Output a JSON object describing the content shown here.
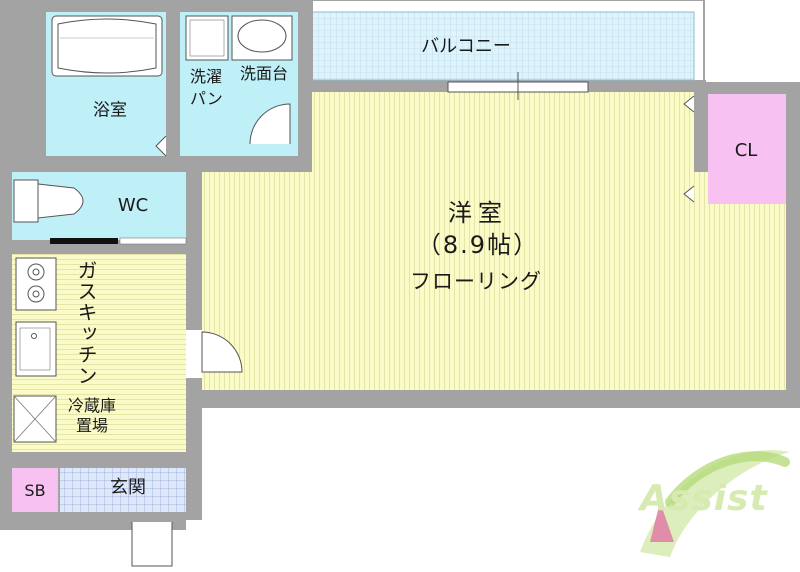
{
  "rooms": {
    "balcony": "バルコニー",
    "bathroom": "浴室",
    "washer_pan": "洗濯\nパン",
    "washstand": "洗面台",
    "wc": "WC",
    "closet": "CL",
    "western_room": "洋室",
    "western_room_size": "（8.9帖）",
    "flooring": "フローリング",
    "gas_kitchen": "ガスキッチン",
    "fridge_space": "冷蔵庫\n置場",
    "shoe_box": "SB",
    "entrance": "玄関"
  },
  "logo": {
    "text": "Assist"
  },
  "colors": {
    "wet_area": "#bfeff7",
    "room_floor": "#fbfbc8",
    "closet": "#f7c1f2",
    "shoe_box": "#f7c1f2",
    "entrance_tile": "#c9d8f2",
    "wall": "#a3a3a3",
    "logo_green": "#9ccd5a"
  }
}
